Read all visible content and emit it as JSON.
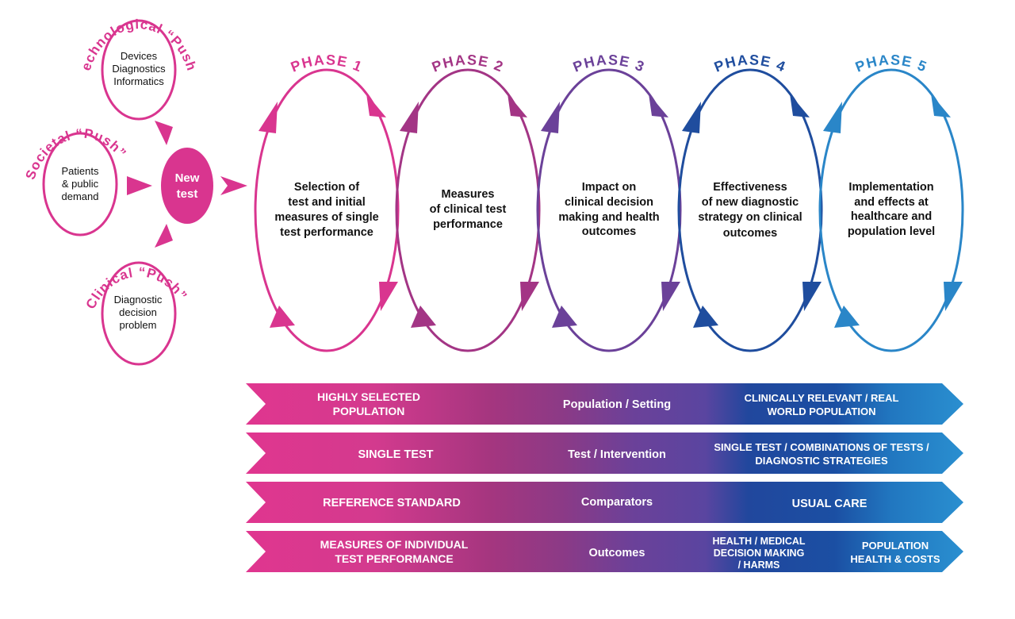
{
  "push": {
    "technological": {
      "label": "Technological “Push”",
      "lines": [
        "Devices",
        "Diagnostics",
        "Informatics"
      ]
    },
    "societal": {
      "label": "Societal “Push”",
      "lines": [
        "Patients",
        "& public",
        "demand"
      ]
    },
    "clinical": {
      "label": "Clinical “Push”",
      "lines": [
        "Diagnostic",
        "decision",
        "problem"
      ]
    }
  },
  "new_test": {
    "lines": [
      "New",
      "test"
    ]
  },
  "phases": [
    {
      "title": "PHASE 1",
      "color": "#d9358f",
      "lines": [
        "Selection of",
        "test and initial",
        "measures of single",
        "test performance"
      ]
    },
    {
      "title": "PHASE 2",
      "color": "#a33585",
      "lines": [
        "Measures",
        "of clinical test",
        "performance"
      ]
    },
    {
      "title": "PHASE 3",
      "color": "#6b4199",
      "lines": [
        "Impact on",
        "clinical decision",
        "making and health",
        "outcomes"
      ]
    },
    {
      "title": "PHASE 4",
      "color": "#1f4d9e",
      "lines": [
        "Effectiveness",
        "of new diagnostic",
        "strategy on clinical",
        "outcomes"
      ]
    },
    {
      "title": "PHASE 5",
      "color": "#2a86c8",
      "lines": [
        "Implementation",
        "and effects at",
        "healthcare and",
        "population level"
      ]
    }
  ],
  "bands": [
    {
      "left": [
        "HIGHLY SELECTED",
        "POPULATION"
      ],
      "middle": [
        "Population / Setting"
      ],
      "right": [
        "CLINICALLY RELEVANT / REAL",
        "WORLD POPULATION"
      ]
    },
    {
      "left": [
        "SINGLE TEST"
      ],
      "middle": [
        "Test / Intervention"
      ],
      "right": [
        "SINGLE TEST / COMBINATIONS OF TESTS /",
        "DIAGNOSTIC STRATEGIES"
      ]
    },
    {
      "left": [
        "REFERENCE STANDARD"
      ],
      "middle": [
        "Comparators"
      ],
      "right": [
        "USUAL CARE"
      ]
    },
    {
      "left": [
        "MEASURES OF INDIVIDUAL",
        "TEST PERFORMANCE"
      ],
      "middle": [
        "Outcomes"
      ],
      "right": [
        "HEALTH / MEDICAL",
        "DECISION MAKING",
        "/ HARMS"
      ],
      "far_right": [
        "POPULATION",
        "HEALTH & COSTS"
      ]
    }
  ],
  "colors": {
    "pink": "#d9358f",
    "magenta": "#a33585",
    "purple": "#6b4199",
    "navy": "#1f4d9e",
    "blue": "#2a86c8"
  }
}
